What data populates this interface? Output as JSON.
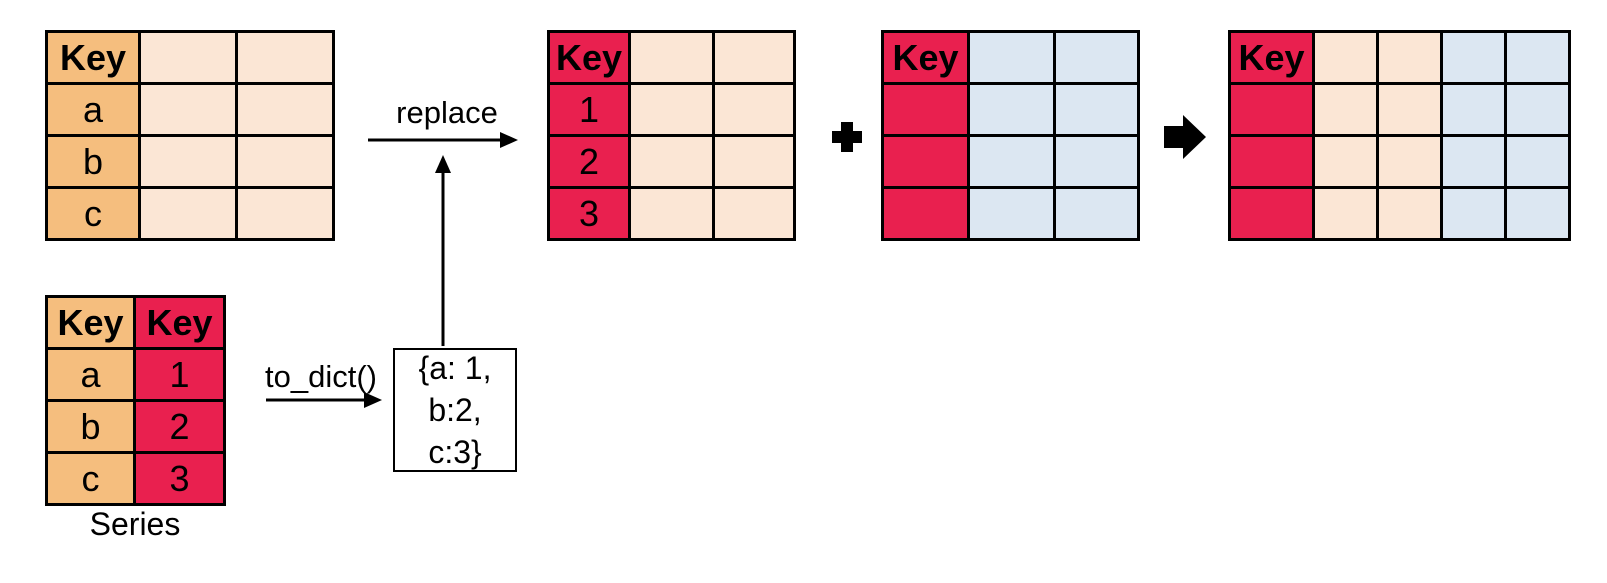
{
  "colors": {
    "orange": "#F5BE7E",
    "peach": "#FBE6D5",
    "red": "#E9204F",
    "blue": "#DCE7F2",
    "line": "#000000"
  },
  "labels": {
    "replace": "replace",
    "to_dict": "to_dict()",
    "series_caption": "Series"
  },
  "dict_box": {
    "lines": [
      "{a: 1,",
      "b:2,",
      "c:3}"
    ]
  },
  "tables": {
    "before": {
      "header": "Key",
      "keys": [
        "a",
        "b",
        "c"
      ]
    },
    "after": {
      "header": "Key",
      "keys": [
        "1",
        "2",
        "3"
      ]
    },
    "other": {
      "header": "Key"
    },
    "merged": {
      "header": "Key"
    },
    "series": {
      "headers": [
        "Key",
        "Key"
      ],
      "rows": [
        [
          "a",
          "1"
        ],
        [
          "b",
          "2"
        ],
        [
          "c",
          "3"
        ]
      ]
    }
  }
}
